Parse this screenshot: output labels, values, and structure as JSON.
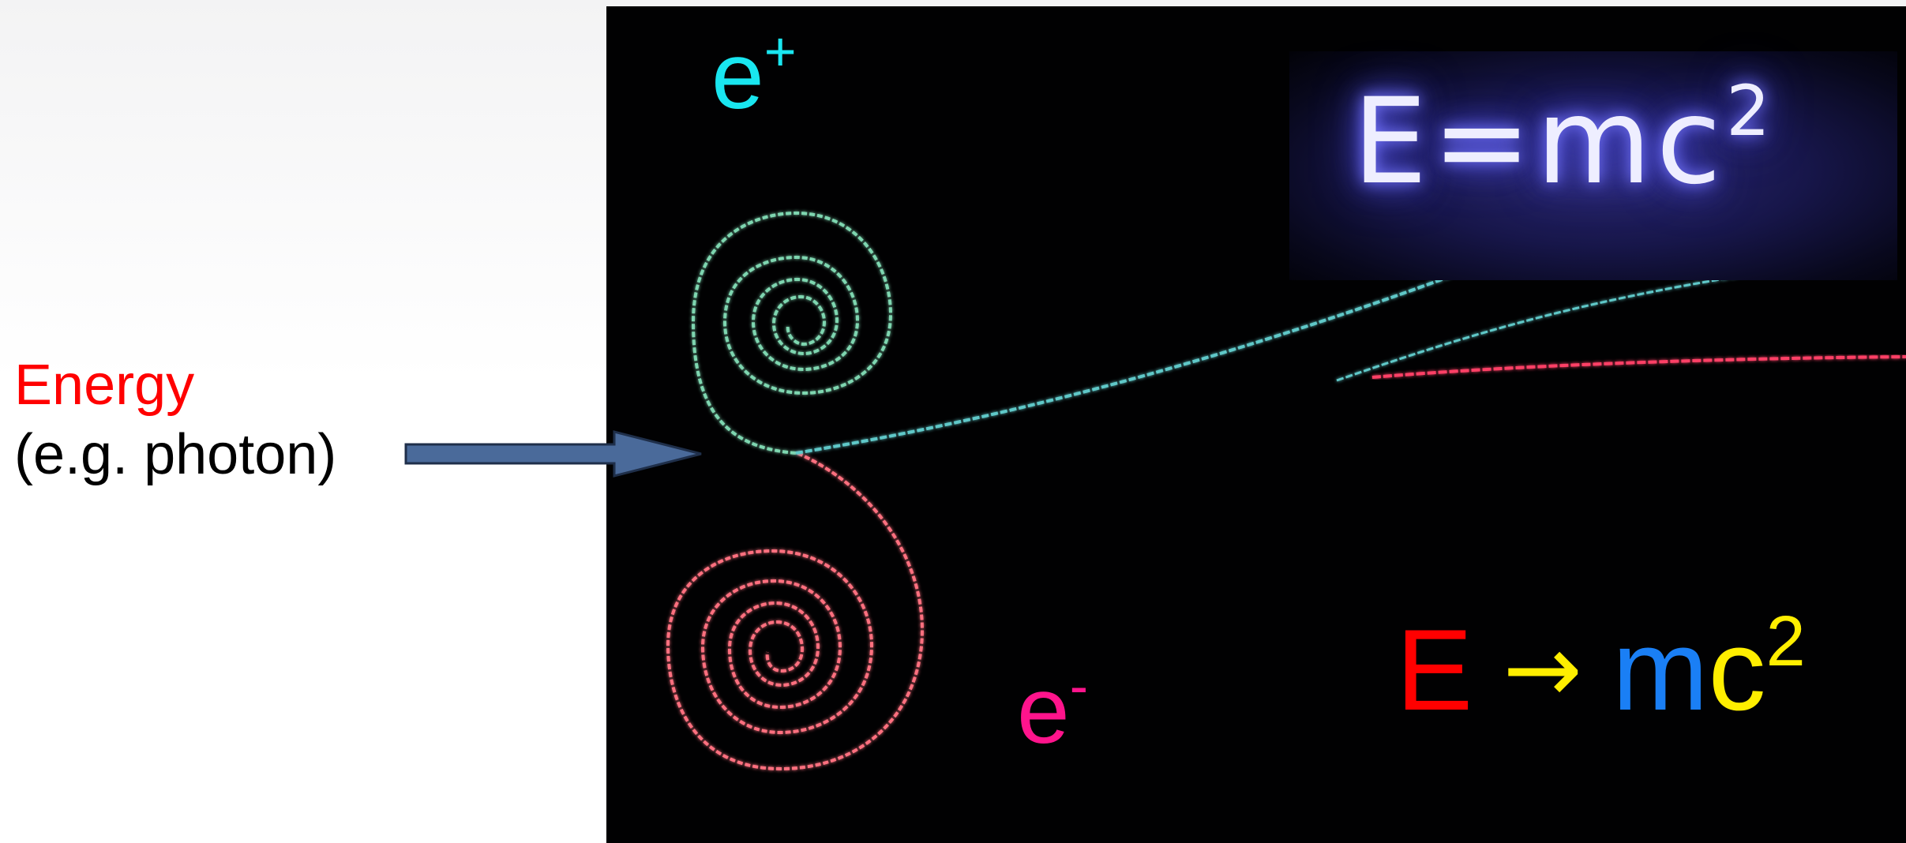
{
  "left_labels": {
    "energy": "Energy",
    "photon": "(e.g. photon)"
  },
  "particles": {
    "positron": {
      "base": "e",
      "charge": "+"
    },
    "electron": {
      "base": "e",
      "charge": "-"
    }
  },
  "formula_image": {
    "base": "E=mc",
    "exponent": "2"
  },
  "conversion": {
    "energy": "E",
    "arrow": "→",
    "mass": "m",
    "light": "c",
    "exponent": "2"
  },
  "colors": {
    "energy_label": "#ff0000",
    "positron": "#19e6f0",
    "electron": "#ff148c",
    "positron_track": "#7ed6b0",
    "electron_track": "#ff6f7f",
    "arrow_fill": "#4a6a9a",
    "conv_mass": "#1a7ff5",
    "conv_yellow": "#ffee00"
  }
}
